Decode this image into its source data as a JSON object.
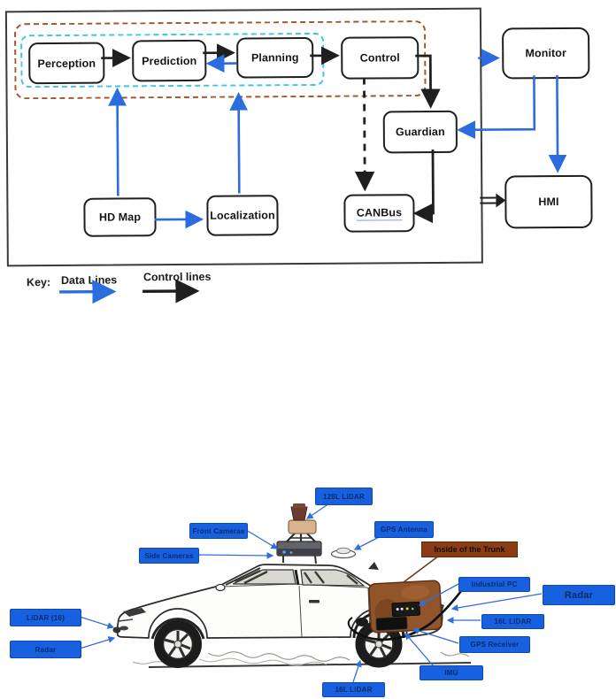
{
  "flowchart": {
    "nodes": [
      {
        "label": "Perception"
      },
      {
        "label": "Prediction"
      },
      {
        "label": "Planning"
      },
      {
        "label": "Control"
      },
      {
        "label": "Monitor"
      },
      {
        "label": "Guardian"
      },
      {
        "label": "CANBus"
      },
      {
        "label": "HMI"
      },
      {
        "label": "HD Map"
      },
      {
        "label": "Localization"
      }
    ],
    "key": {
      "title": "Key:",
      "data_lines": "Data Lines",
      "control_lines": "Control lines"
    },
    "colors": {
      "data_line": "#2b6cdf",
      "control_line": "#1f1f1f",
      "outer_group_outline": "#a2592a",
      "inner_group_outline": "#3fc6e0"
    }
  },
  "vehicle": {
    "labels": [
      {
        "text": "128L LiDAR"
      },
      {
        "text": "Front Cameras"
      },
      {
        "text": "Side Cameras"
      },
      {
        "text": "GPS Antenna"
      },
      {
        "text": "Inside of the Trunk"
      },
      {
        "text": "Industrial PC"
      },
      {
        "text": "Radar"
      },
      {
        "text": "16L LiDAR"
      },
      {
        "text": "GPS Receiver"
      },
      {
        "text": "IMU"
      },
      {
        "text": "16L LiDAR"
      },
      {
        "text": "LiDAR (16)"
      },
      {
        "text": "Radar"
      }
    ],
    "colors": {
      "sensor_label_bg": "#1760df",
      "sensor_label_text": "#0e2a66",
      "trunk_label_bg": "#8a3c15"
    }
  }
}
